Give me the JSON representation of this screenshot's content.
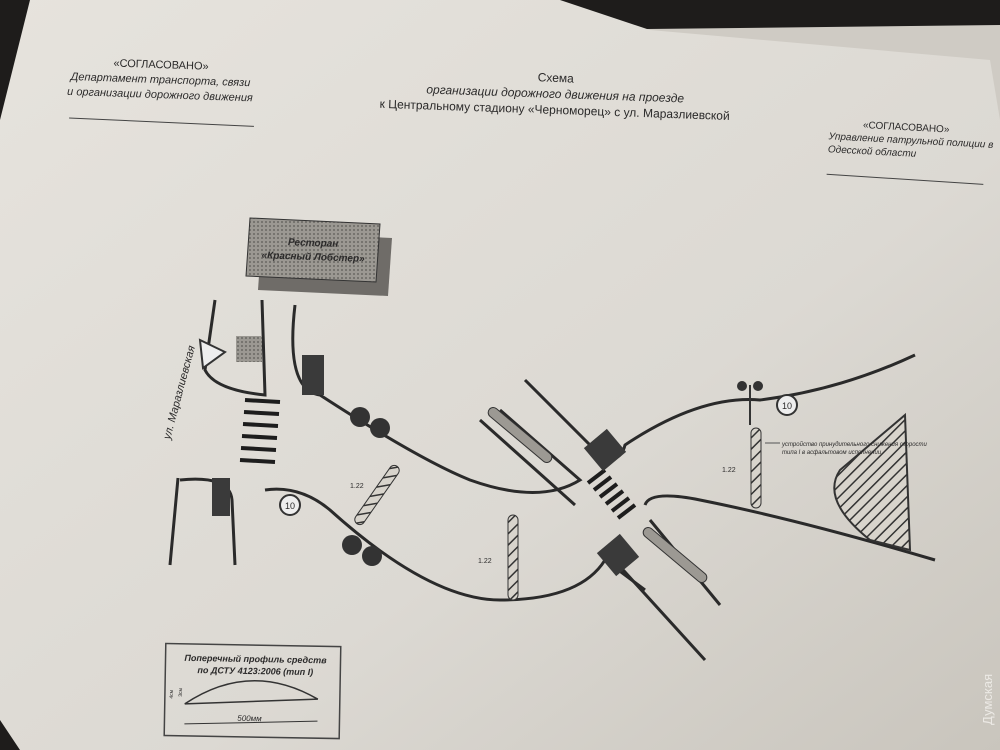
{
  "left_approval": {
    "heading": "«СОГЛАСОВАНО»",
    "line1": "Департамент транспорта, связи",
    "line2": "и организации дорожного движения"
  },
  "title": {
    "line1": "Схема",
    "line2": "организации дорожного движения на проезде",
    "line3": "к Центральному стадиону «Черноморец» с ул. Маразлиевской"
  },
  "right_approval": {
    "heading": "«СОГЛАСОВАНО»",
    "line1": "Управление патрульной полиции в",
    "line2": "Одесской области"
  },
  "restaurant": {
    "line1": "Ресторан",
    "line2": "«Красный Лобстер»"
  },
  "street_label": "ул. Маразлиевская",
  "speed_limit": "10",
  "marking_labels": [
    "1.22",
    "1.22",
    "1.22"
  ],
  "annotation": {
    "line1": "устройство принудительного снижения скорости",
    "line2": "типа I в асфальтовом исполнении"
  },
  "profile_box": {
    "title1": "Поперечный профиль средств",
    "title2": "по ДСТУ 4123:2006 (тип I)",
    "height_outer": "4см",
    "height_inner": "3см",
    "width": "500мм"
  },
  "watermark": "Думская"
}
